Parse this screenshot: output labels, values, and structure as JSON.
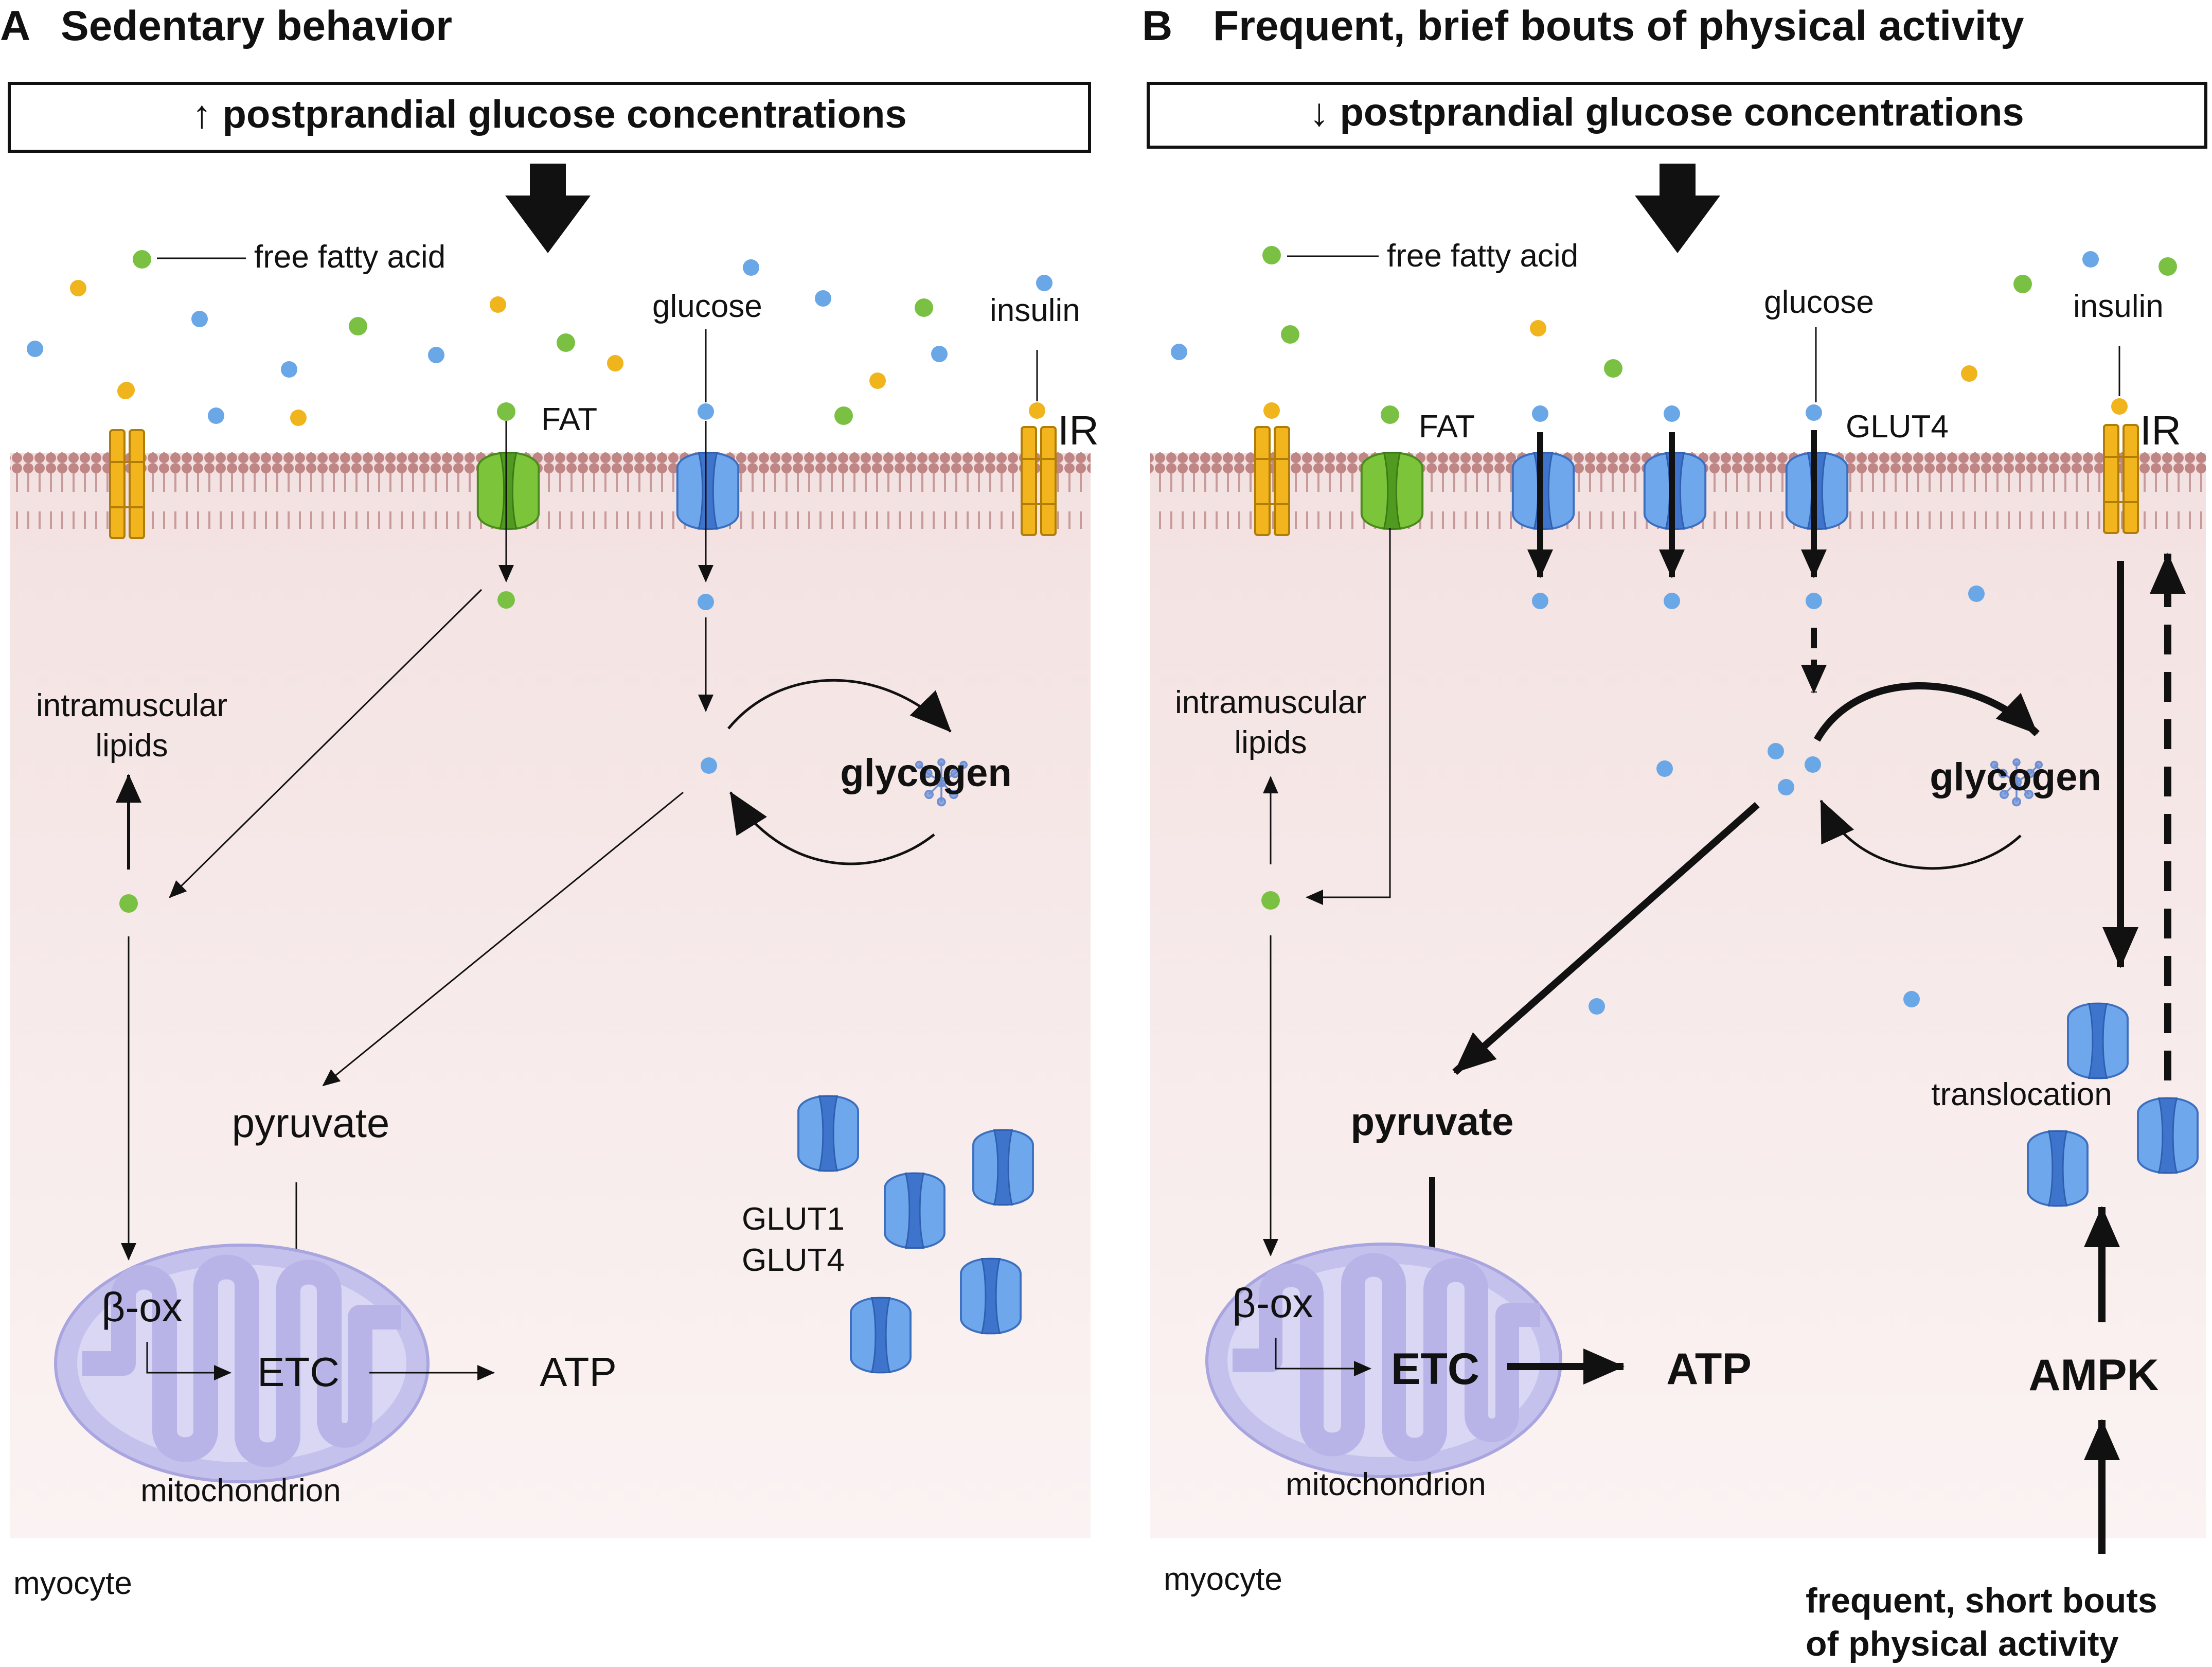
{
  "panel_a": {
    "letter": "A",
    "title": "Sedentary behavior",
    "banner": "↑ postprandial glucose concentrations",
    "free_fatty_acid": "free fatty acid",
    "glucose": "glucose",
    "insulin": "insulin",
    "fat": "FAT",
    "ir": "IR",
    "intramuscular_1": "intramuscular",
    "intramuscular_2": "lipids",
    "glycogen": "glycogen",
    "pyruvate": "pyruvate",
    "glut1": "GLUT1",
    "glut4": "GLUT4",
    "beta_ox": "β-ox",
    "etc": "ETC",
    "atp": "ATP",
    "mitochondrion": "mitochondrion",
    "myocyte": "myocyte"
  },
  "panel_b": {
    "letter": "B",
    "title": "Frequent, brief bouts of physical activity",
    "banner": "↓ postprandial glucose concentrations",
    "free_fatty_acid": "free fatty acid",
    "glucose": "glucose",
    "insulin": "insulin",
    "fat": "FAT",
    "glut4": "GLUT4",
    "ir": "IR",
    "intramuscular_1": "intramuscular",
    "intramuscular_2": "lipids",
    "glycogen": "glycogen",
    "pyruvate": "pyruvate",
    "translocation": "translocation",
    "beta_ox": "β-ox",
    "etc": "ETC",
    "atp": "ATP",
    "ampk": "AMPK",
    "mitochondrion": "mitochondrion",
    "myocyte": "myocyte",
    "bouts_1": "frequent, short bouts",
    "bouts_2": "of physical activity"
  },
  "colors": {
    "ffa": "#7ac143",
    "glucose": "#6aa7e6",
    "insulin": "#f0b41c",
    "receptor": "#f0b41c",
    "fat_transporter": "#7ac143",
    "glut": "#5b8fd8",
    "membrane_head": "#c28a8a",
    "cytoplasm": "#f6e8e8",
    "mitochondrion": "#c7c3ea"
  }
}
